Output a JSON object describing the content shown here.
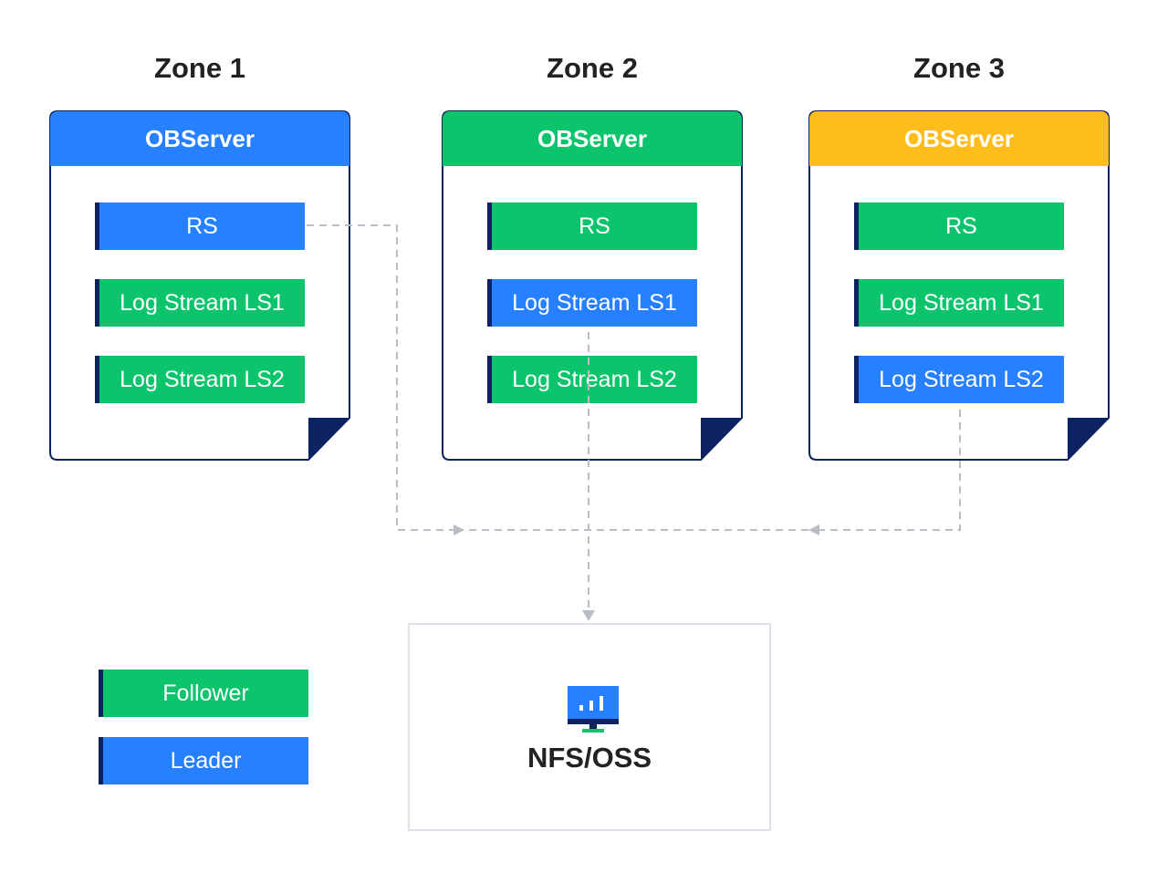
{
  "colors": {
    "leader": "#2680ff",
    "follower": "#0bc46c",
    "zone1_header": "#2680ff",
    "zone2_header": "#0bc46c",
    "zone3_header": "#ffbd1c",
    "border": "#0d2260",
    "connector": "#b8bdc6"
  },
  "zones": [
    {
      "title": "Zone 1",
      "server": "OBServer",
      "header_color": "#2680ff",
      "replicas": [
        {
          "label": "RS",
          "role": "leader"
        },
        {
          "label": "Log Stream LS1",
          "role": "follower"
        },
        {
          "label": "Log Stream LS2",
          "role": "follower"
        }
      ]
    },
    {
      "title": "Zone 2",
      "server": "OBServer",
      "header_color": "#0bc46c",
      "replicas": [
        {
          "label": "RS",
          "role": "follower"
        },
        {
          "label": "Log Stream LS1",
          "role": "leader"
        },
        {
          "label": "Log Stream LS2",
          "role": "follower"
        }
      ]
    },
    {
      "title": "Zone 3",
      "server": "OBServer",
      "header_color": "#ffbd1c",
      "replicas": [
        {
          "label": "RS",
          "role": "follower"
        },
        {
          "label": "Log Stream LS1",
          "role": "follower"
        },
        {
          "label": "Log Stream LS2",
          "role": "leader"
        }
      ]
    }
  ],
  "legend": {
    "follower": "Follower",
    "leader": "Leader"
  },
  "storage": {
    "label": "NFS/OSS",
    "icon": "monitor-chart-icon"
  }
}
